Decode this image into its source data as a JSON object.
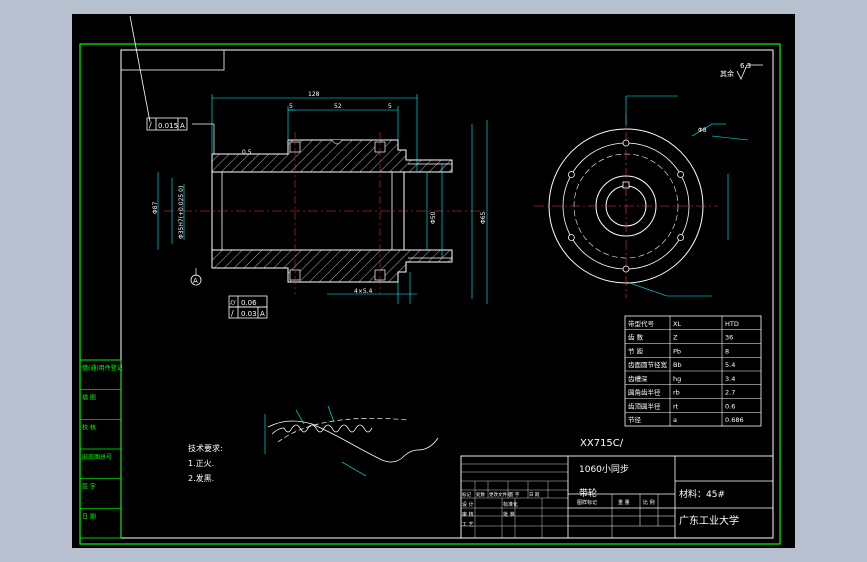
{
  "drawing": {
    "project_code": "XX715C/",
    "part_title_1": "1060小同步",
    "part_title_2": "带轮",
    "material": "材料：45#",
    "school": "广东工业大学",
    "tech_req_title": "技术要求:",
    "tech_req_items": [
      "1.正火.",
      "2.发黑."
    ],
    "roughness_note": "其余",
    "roughness_value": "6.3"
  },
  "dimensions": {
    "overall_length": "128",
    "d1": "5",
    "d2": "52",
    "d3": "5",
    "right_dia": "Φ87",
    "bore_dia": "Φ50",
    "bore_tol": "Φ35H7(+0.025 0)",
    "outer_dia": "Φ65",
    "keyway": "4×5.4",
    "hole_dia": "Φ8",
    "chamfer": "0.5"
  },
  "tolerances": {
    "ref_top": {
      "symbol": "/",
      "value": "0.015",
      "datum": "A"
    },
    "bottom_1": {
      "symbol": "⌭",
      "value": "0.06"
    },
    "bottom_2": {
      "symbol": "/",
      "value": "0.03",
      "datum": "A"
    }
  },
  "params_table": [
    [
      "带型代号",
      "XL",
      "HTD"
    ],
    [
      "齿 数",
      "Z",
      "36"
    ],
    [
      "节 距",
      "Pb",
      "8"
    ],
    [
      "齿面圆节径宽",
      "Bb",
      "5.4"
    ],
    [
      "齿槽深",
      "hg",
      "3.4"
    ],
    [
      "圆角齿半径",
      "rb",
      "2.7"
    ],
    [
      "齿顶圆半径",
      "rt",
      "0.6"
    ],
    [
      "节径",
      "a",
      "0.686"
    ]
  ],
  "left_strip": [
    "借(通)用件登记",
    "描 图",
    "校 核",
    "旧底图总号",
    "签 字",
    "日 期"
  ],
  "title_block": {
    "rev_headers": [
      "标记",
      "处数",
      "更改文件号",
      "签 字",
      "日 期"
    ],
    "roles": [
      "设 计",
      "审 核",
      "工 艺",
      "标准化",
      "批 准"
    ],
    "stage_headers": [
      "图样标记",
      "重 量",
      "比 例"
    ]
  }
}
